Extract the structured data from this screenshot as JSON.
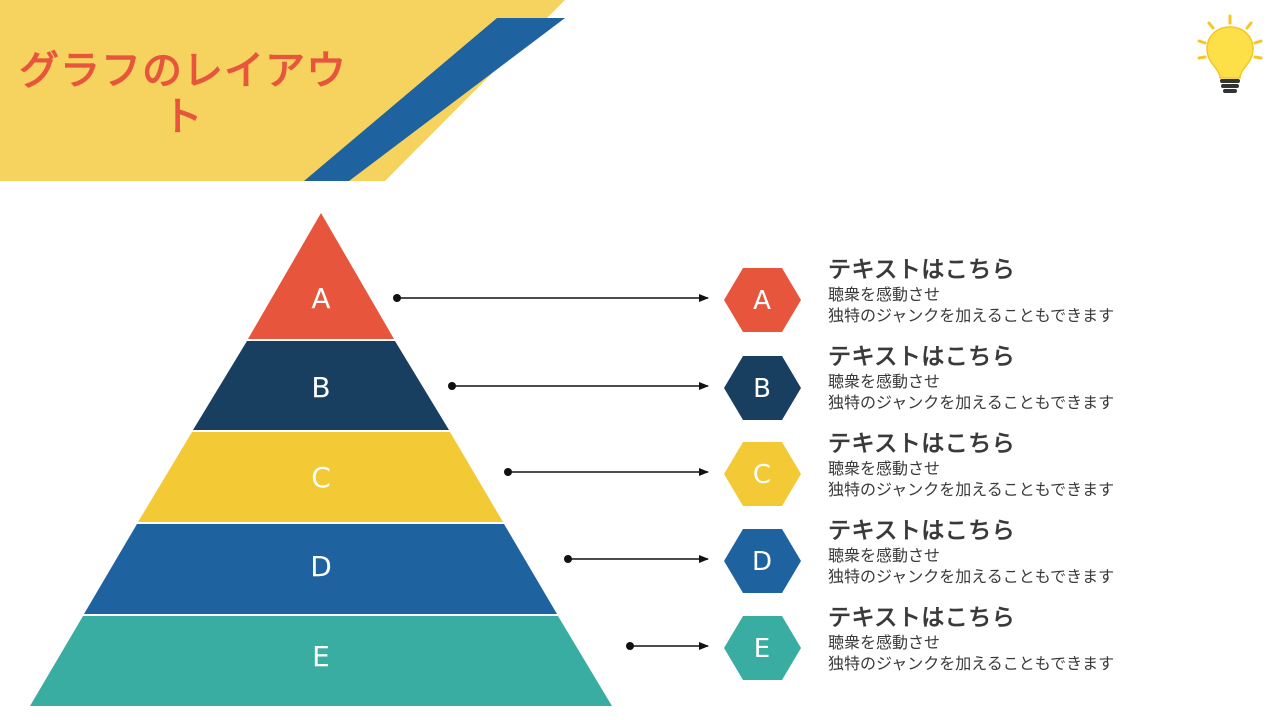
{
  "title": "グラフのレイアウト",
  "icon": "lightbulb-icon",
  "colors": {
    "banner_yellow": "#f6d35e",
    "banner_blue": "#1f62a0",
    "title_red": "#e8553d"
  },
  "levels": [
    {
      "id": "a",
      "label": "A",
      "color": "#e8553d",
      "heading": "テキストはこちら",
      "line1": "聴衆を感動させ",
      "line2": "独特のジャンクを加えることもできます"
    },
    {
      "id": "b",
      "label": "B",
      "color": "#193f60",
      "heading": "テキストはこちら",
      "line1": "聴衆を感動させ",
      "line2": "独特のジャンクを加えることもできます"
    },
    {
      "id": "c",
      "label": "C",
      "color": "#f3c935",
      "heading": "テキストはこちら",
      "line1": "聴衆を感動させ",
      "line2": "独特のジャンクを加えることもできます"
    },
    {
      "id": "d",
      "label": "D",
      "color": "#1f62a0",
      "heading": "テキストはこちら",
      "line1": "聴衆を感動させ",
      "line2": "独特のジャンクを加えることもできます"
    },
    {
      "id": "e",
      "label": "E",
      "color": "#3aada2",
      "heading": "テキストはこちら",
      "line1": "聴衆を感動させ",
      "line2": "独特のジャンクを加えることもできます"
    }
  ]
}
